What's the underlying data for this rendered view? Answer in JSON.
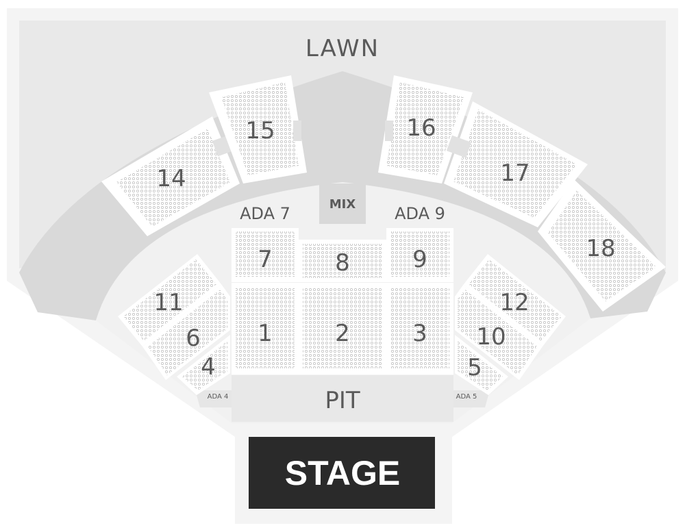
{
  "venue_map": {
    "lawn": "LAWN",
    "mix": "MIX",
    "pit": "PIT",
    "stage": "STAGE",
    "ada": {
      "ada7": "ADA 7",
      "ada9": "ADA 9",
      "ada4": "ADA 4",
      "ada5": "ADA 5"
    },
    "sections": {
      "s1": "1",
      "s2": "2",
      "s3": "3",
      "s4": "4",
      "s5": "5",
      "s6": "6",
      "s7": "7",
      "s8": "8",
      "s9": "9",
      "s10": "10",
      "s11": "11",
      "s12": "12",
      "s14": "14",
      "s15": "15",
      "s16": "16",
      "s17": "17",
      "s18": "18"
    },
    "colors": {
      "background": "#ffffff",
      "venue_outline": "#f4f4f4",
      "lawn": "#e9e9e9",
      "walkway": "#d9d9d9",
      "floor": "#f1f1f1",
      "section": "#ffffff",
      "seat": "#b9b9b9",
      "label": "#5a5a5a",
      "stage": "#2a2a2a",
      "stage_text": "#ffffff"
    }
  }
}
